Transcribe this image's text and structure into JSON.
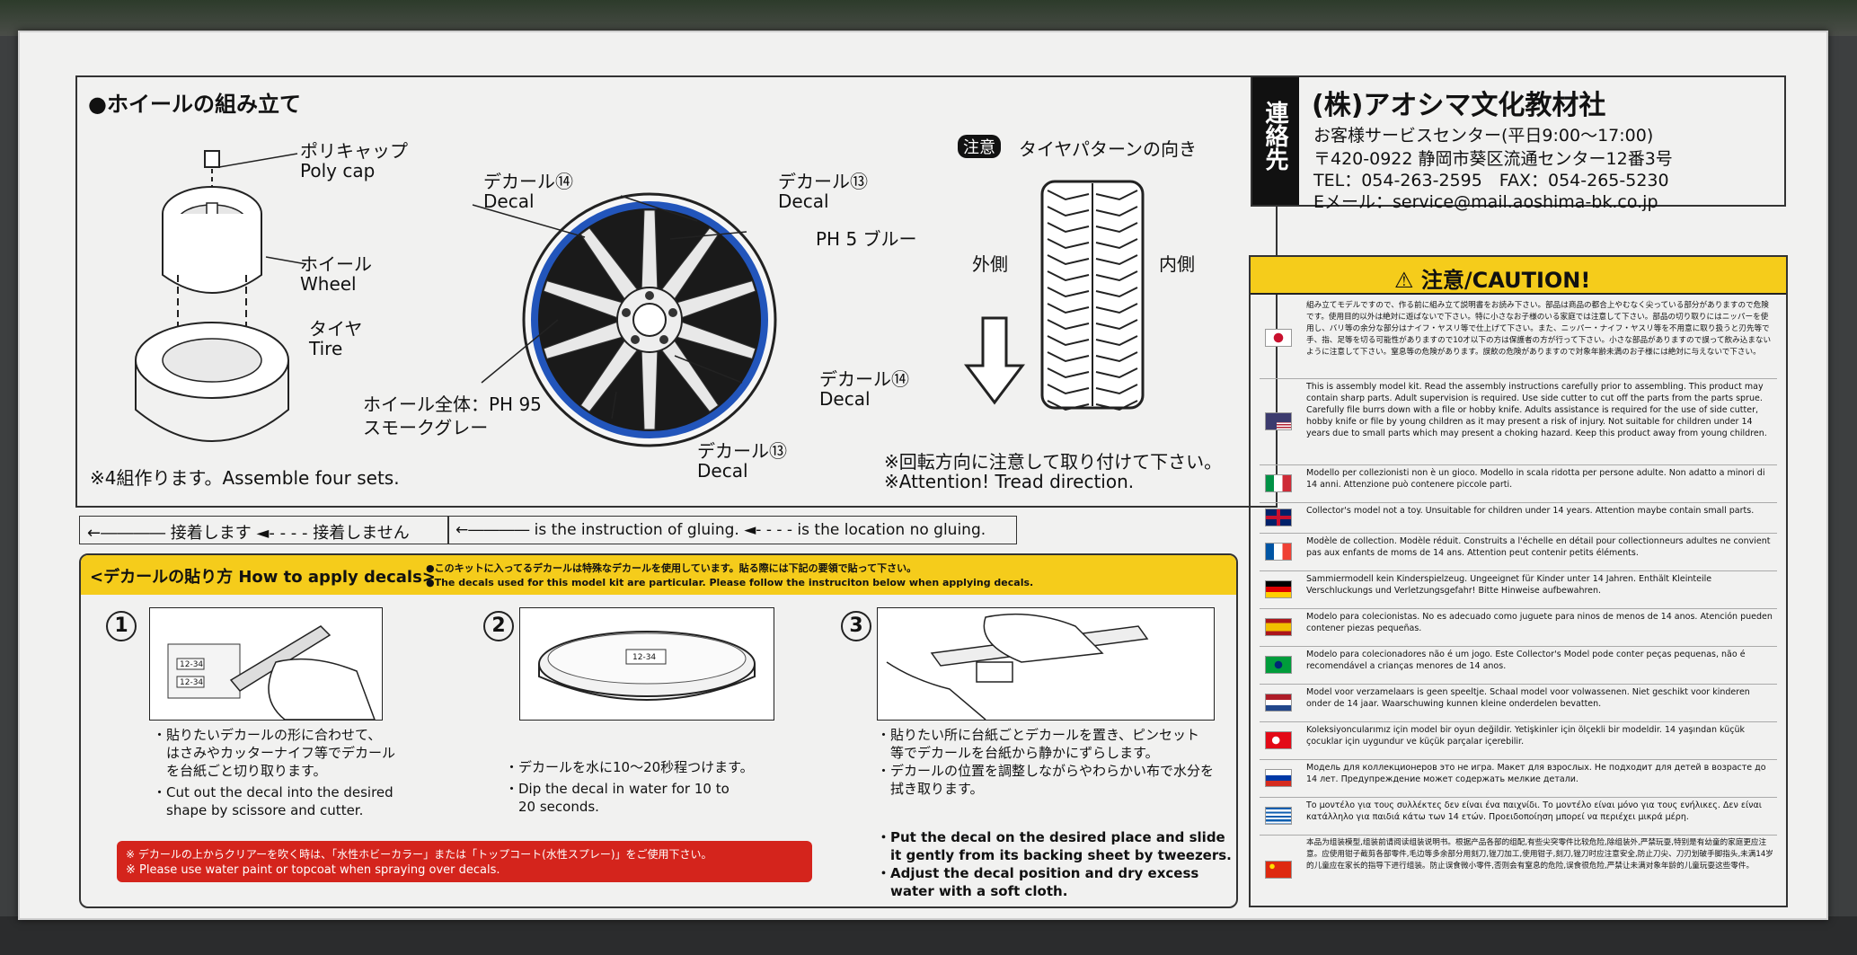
{
  "assembly": {
    "title": "●ホイールの組み立て",
    "polycap_jp": "ポリキャップ",
    "polycap_en": "Poly cap",
    "wheel_jp": "ホイール",
    "wheel_en": "Wheel",
    "tire_jp": "タイヤ",
    "tire_en": "Tire",
    "decal14_jp": "デカール⑭",
    "decal13_jp": "デカール⑬",
    "decal_en": "Decal",
    "blue_label": "PH 5 ブルー",
    "whole_wheel": "ホイール全体：PH 95",
    "smoke_gray": "スモークグレー",
    "four_sets": "※4組作ります。Assemble four sets.",
    "caution_badge": "注意",
    "tire_pattern": "タイヤパターンの向き",
    "outside": "外側",
    "inside": "内側",
    "rotation_jp": "※回転方向に注意して取り付けて下さい。",
    "rotation_en": "※Attention! Tread direction."
  },
  "glue_legend": {
    "jp": "←―――― 接着します ◄- - - - 接着しません",
    "en": "←―――― is the instruction of gluing. ◄- - - - is the location no gluing."
  },
  "decals": {
    "header": "<デカールの貼り方 How to apply decals>",
    "note1": "●このキットに入ってるデカールは特殊なデカールを使用しています。貼る際には下記の要領で貼って下さい。",
    "note2": "●The decals used for this model kit are particular. Please follow the instruciton below when applying decals.",
    "step1_num": "1",
    "step2_num": "2",
    "step3_num": "3",
    "step1_jp": "・貼りたいデカールの形に合わせて、\n　はさみやカッターナイフ等でデカール\n　を台紙ごと切り取ります。",
    "step1_en": "・Cut out the decal into the desired\n　shape by scissore and cutter.",
    "step2_jp": "・デカールを水に10～20秒程つけます。",
    "step2_en": "・Dip the decal in water for 10 to\n　20 seconds.",
    "step3_jp": "・貼りたい所に台紙ごとデカールを置き、ピンセット\n　等でデカールを台紙から静かにずらします。\n・デカールの位置を調整しながらやわらかい布で水分を\n　拭き取ります。",
    "step3_en": "・Put the decal on the desired place and slide\n　it gently from its backing sheet by tweezers.\n・Adjust the decal position and dry excess\n　water with a soft cloth.",
    "warn_jp": "※ デカールの上からクリアーを吹く時は、「水性ホビーカラー」または「トップコート(水性スプレー)」をご使用下さい。",
    "warn_en": "※ Please use water paint or topcoat when spraying over decals.",
    "decal_code": "12-34"
  },
  "contact": {
    "side_label": "連絡先",
    "company": "(株)アオシマ文化教材社",
    "service": "お客様サービスセンター(平日9:00～17:00)",
    "address": "〒420-0922 静岡市葵区流通センター12番3号",
    "tel_fax": "TEL：054-263-2595　FAX：054-265-5230",
    "email": "Eメール：service@mail.aoshima-bk.co.jp"
  },
  "caution": {
    "title": "⚠ 注意/CAUTION!",
    "entries": [
      {
        "flag": "jp",
        "text": "組み立てモデルですので、作る前に組み立て説明書をお読み下さい。部品は商品の都合上やむなく尖っている部分がありますので危険です。使用目的以外は絶対に遊ばないで下さい。特に小さなお子様のいる家庭では注意して下さい。部品の切り取りにはニッパーを使用し、バリ等の余分な部分はナイフ・ヤスリ等で仕上げて下さい。また、ニッパー・ナイフ・ヤスリ等を不用意に取り扱うと刃先等で手、指、足等を切る可能性がありますので10才以下の方は保護者の方が行って下さい。小さな部品がありますので誤って飲み込まないように注意して下さい。窒息等の危険があります。誤飲の危険がありますので対象年齢未満のお子様には絶対に与えないで下さい。"
      },
      {
        "flag": "us",
        "text": "This is assembly model kit. Read the assembly instructions carefully prior to assembling. This product may contain sharp parts. Adult supervision is required. Use side cutter to cut off the parts from the parts sprue. Carefully file burrs down with a file or hobby knife. Adults assistance is required for the use of side cutter, hobby knife or file by young children as it may present a risk of injury. Not suitable for children under 14 years due to small parts which may present a choking hazard. Keep this product away from young children."
      },
      {
        "flag": "it",
        "text": "Modello per collezionisti non è un gioco. Modello in scala ridotta per persone adulte. Non adatto a minori di 14 anni. Attenzione può contenere piccole parti."
      },
      {
        "flag": "uk",
        "text": "Collector's model not a toy. Unsuitable for children under 14 years. Attention maybe contain small parts."
      },
      {
        "flag": "fr",
        "text": "Modèle de collection. Modèle réduit. Construits a l'échelle en détail pour collectionneurs adultes ne convient pas aux enfants de moms de 14 ans. Attention peut contenir petits éléments."
      },
      {
        "flag": "de",
        "text": "Sammiermodell kein Kinderspielzeug. Ungeeignet für Kinder unter 14 Jahren. Enthält Kleinteile Verschluckungs und Verletzungsgefahr! Bitte Hinweise aufbewahren."
      },
      {
        "flag": "es",
        "text": "Modelo para colecionistas. No es adecuado como juguete para ninos de menos de 14 anos. Atención pueden contener piezas pequeñas."
      },
      {
        "flag": "br",
        "text": "Modelo para colecionadores não é um jogo. Este Collector's Model pode conter peças pequenas, não é recomendável a crianças menores de 14 anos."
      },
      {
        "flag": "nl",
        "text": "Model voor verzamelaars is geen speeltje. Schaal model voor volwassenen. Niet geschikt voor kinderen onder de 14 jaar. Waarschuwing kunnen kleine onderdelen bevatten."
      },
      {
        "flag": "tr",
        "text": "Koleksiyoncularımız için model bir oyun değildir. Yetişkinler için ölçekli bir modeldir. 14 yaşından küçük çocuklar için uygundur ve küçük parçalar içerebilir."
      },
      {
        "flag": "ru",
        "text": "Модель для коллекционеров это не игра. Макет для взрослых. Не подходит для детей в возрасте до 14 лет. Предупреждение может содержать мелкие детали."
      },
      {
        "flag": "gr",
        "text": "Το μοντέλο για τους συλλέκτες δεν είναι ένα παιχνίδι. Το μοντέλο είναι μόνο για τους ενήλικες. Δεν είναι κατάλληλο για παιδιά κάτω των 14 ετών. Προειδοποίηση μπορεί να περιέχει μικρά μέρη."
      },
      {
        "flag": "cn",
        "text": "本品为组装模型,组装前请阅读组装说明书。根据产品各部的组配,有些尖突零件比较危险,除组装外,严禁玩耍,特别是有幼童的家庭更应注意。应使用钳子截剪各部零件,毛边等多余部分用刻刀,锉刀加工,使用钳子,刻刀,锉刀时应注意安全,防止刀尖、刀刃划破手脚指头,未满14岁的儿童应在家长的指导下进行组装。防止误食微小零件,否则会有窒息的危险,误食很危险,严禁让未满对象年龄的儿童玩耍这些零件。"
      }
    ]
  },
  "colors": {
    "yellow": "#f5cc1b",
    "red": "#d4241c",
    "wheel_blue": "#2255bb",
    "black_panel": "#111111"
  }
}
